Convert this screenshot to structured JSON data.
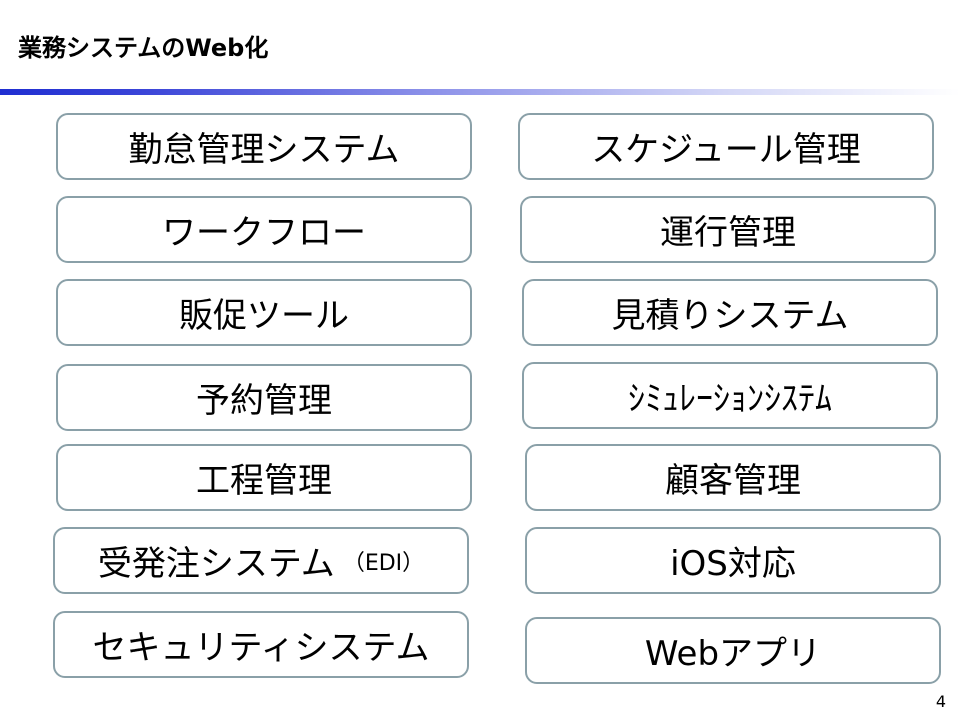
{
  "title": "業務システムのWeb化",
  "left_items": [
    {
      "label": "勤怠管理システム"
    },
    {
      "label": "ワークフロー"
    },
    {
      "label": "販促ツール"
    },
    {
      "label": "予約管理"
    },
    {
      "label": "工程管理"
    },
    {
      "label": "受発注システム",
      "suffix": "（EDI）"
    },
    {
      "label": "セキュリティシステム"
    }
  ],
  "right_items": [
    {
      "label": "スケジュール管理"
    },
    {
      "label": "運行管理"
    },
    {
      "label": "見積りシステム"
    },
    {
      "label": "ｼﾐｭﾚｰｼｮﾝｼｽﾃﾑ"
    },
    {
      "label": "顧客管理"
    },
    {
      "label": "iOS対応"
    },
    {
      "label": "Webアプリ"
    }
  ],
  "page_number": "4",
  "colors": {
    "border": "#8aa0a8",
    "title_rule_start": "#1f2ed1"
  }
}
